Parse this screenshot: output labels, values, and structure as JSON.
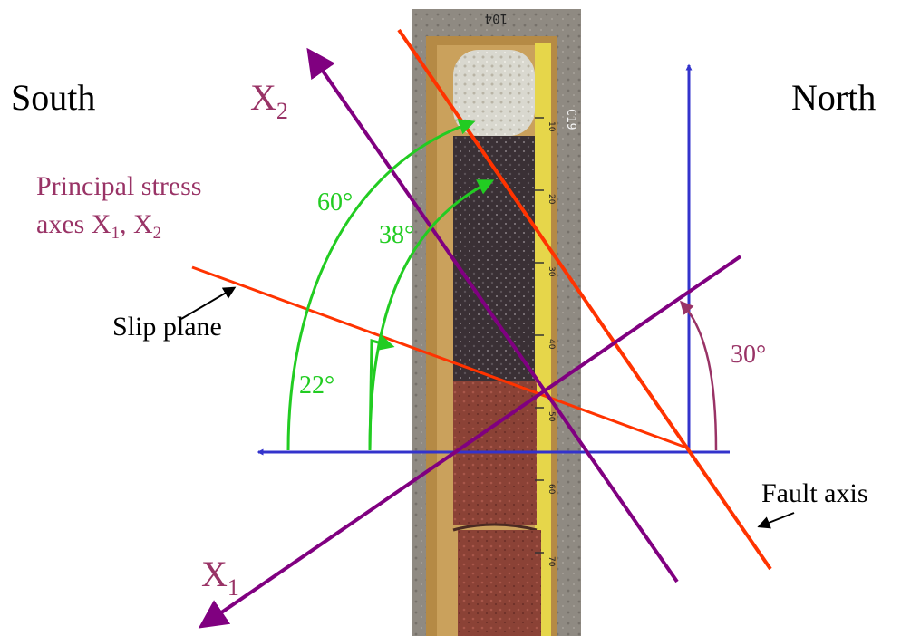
{
  "labels": {
    "south": "South",
    "north": "North",
    "x2_base": "X",
    "x2_sub": "2",
    "x1_base": "X",
    "x1_sub": "1",
    "stress_line1": "Principal stress",
    "stress_line2_prefix": "axes X",
    "stress_sub1": "1",
    "stress_mid": ", X",
    "stress_sub2": "2",
    "slip_plane": "Slip plane",
    "fault_axis": "Fault axis"
  },
  "angles": {
    "a60": "60°",
    "a38": "38°",
    "a22": "22°",
    "a30": "30°"
  },
  "core_photo": {
    "box_text_top": "104",
    "box_text_side": "C19",
    "ruler_marks": [
      "10",
      "20",
      "30",
      "40",
      "50",
      "60",
      "70"
    ]
  },
  "colors": {
    "blue_axes": "#3333cc",
    "stress_axes": "#800080",
    "slip_fault": "#ff3300",
    "angle_arcs_green": "#22cc22",
    "angle_arc_purple": "#993366"
  }
}
